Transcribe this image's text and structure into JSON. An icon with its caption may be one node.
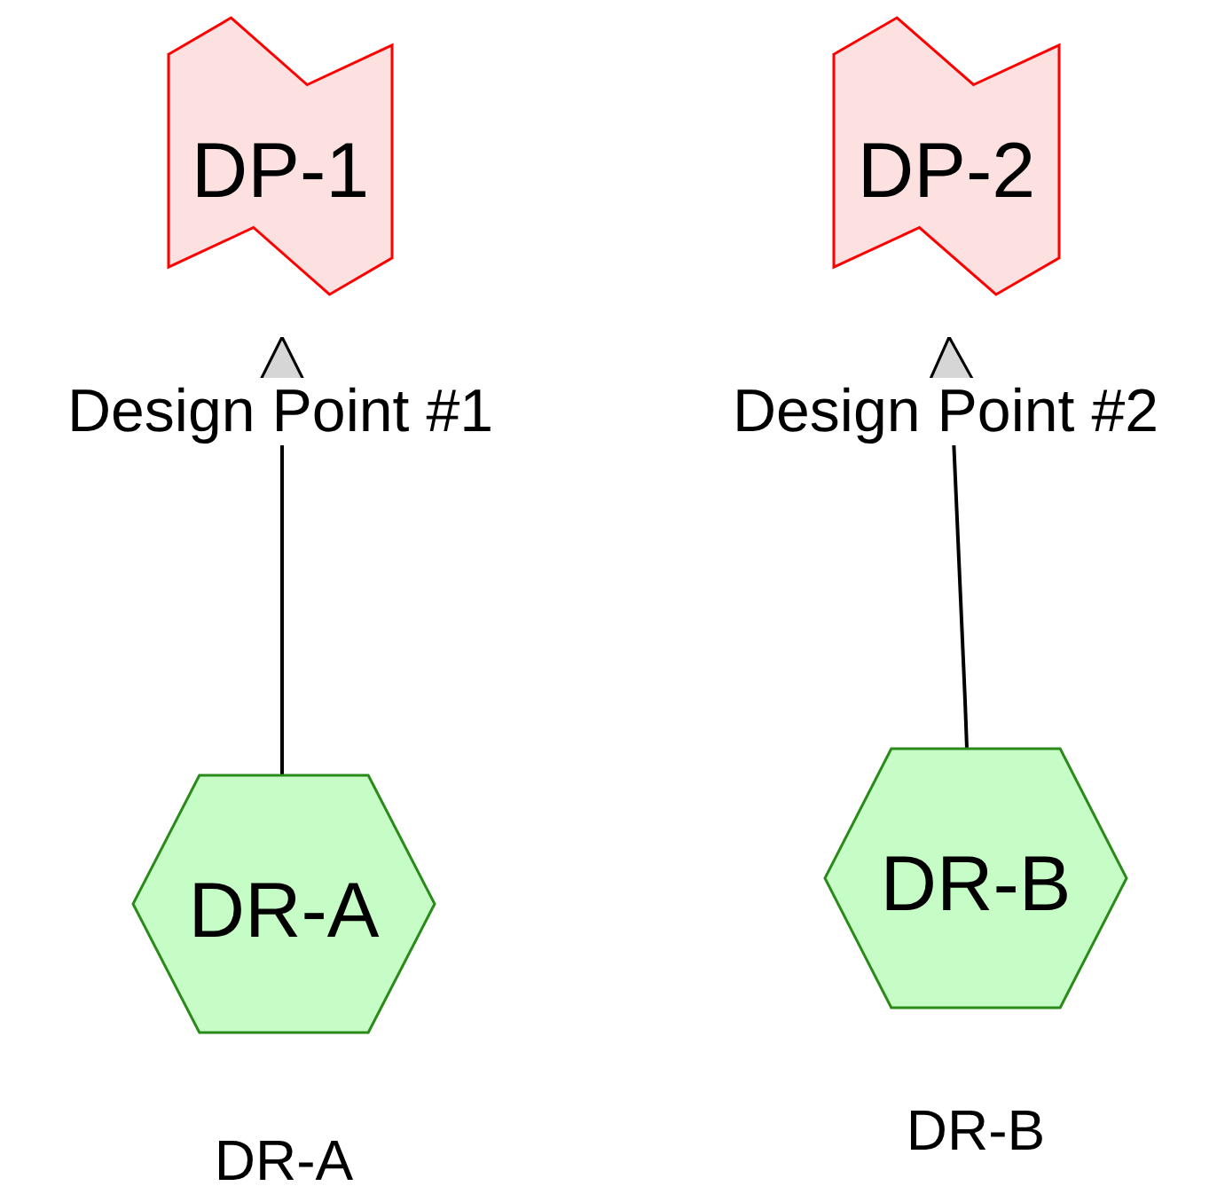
{
  "diagram": {
    "nodes": [
      {
        "text": [
          "DP-1"
        ],
        "beside": [
          "Design Point #1"
        ]
      },
      {
        "text": [
          "DP-2"
        ],
        "beside": [
          "Design Point #2"
        ]
      },
      {
        "text": [
          "DR-A"
        ],
        "beside": [
          "DR-A"
        ]
      },
      {
        "text": [
          "DR-B"
        ],
        "beside": [
          "DR-B"
        ]
      }
    ],
    "edges": [
      {
        "from": 2,
        "to": 0,
        "arrow": "to"
      },
      {
        "from": 3,
        "to": 1,
        "arrow": "to"
      }
    ]
  }
}
